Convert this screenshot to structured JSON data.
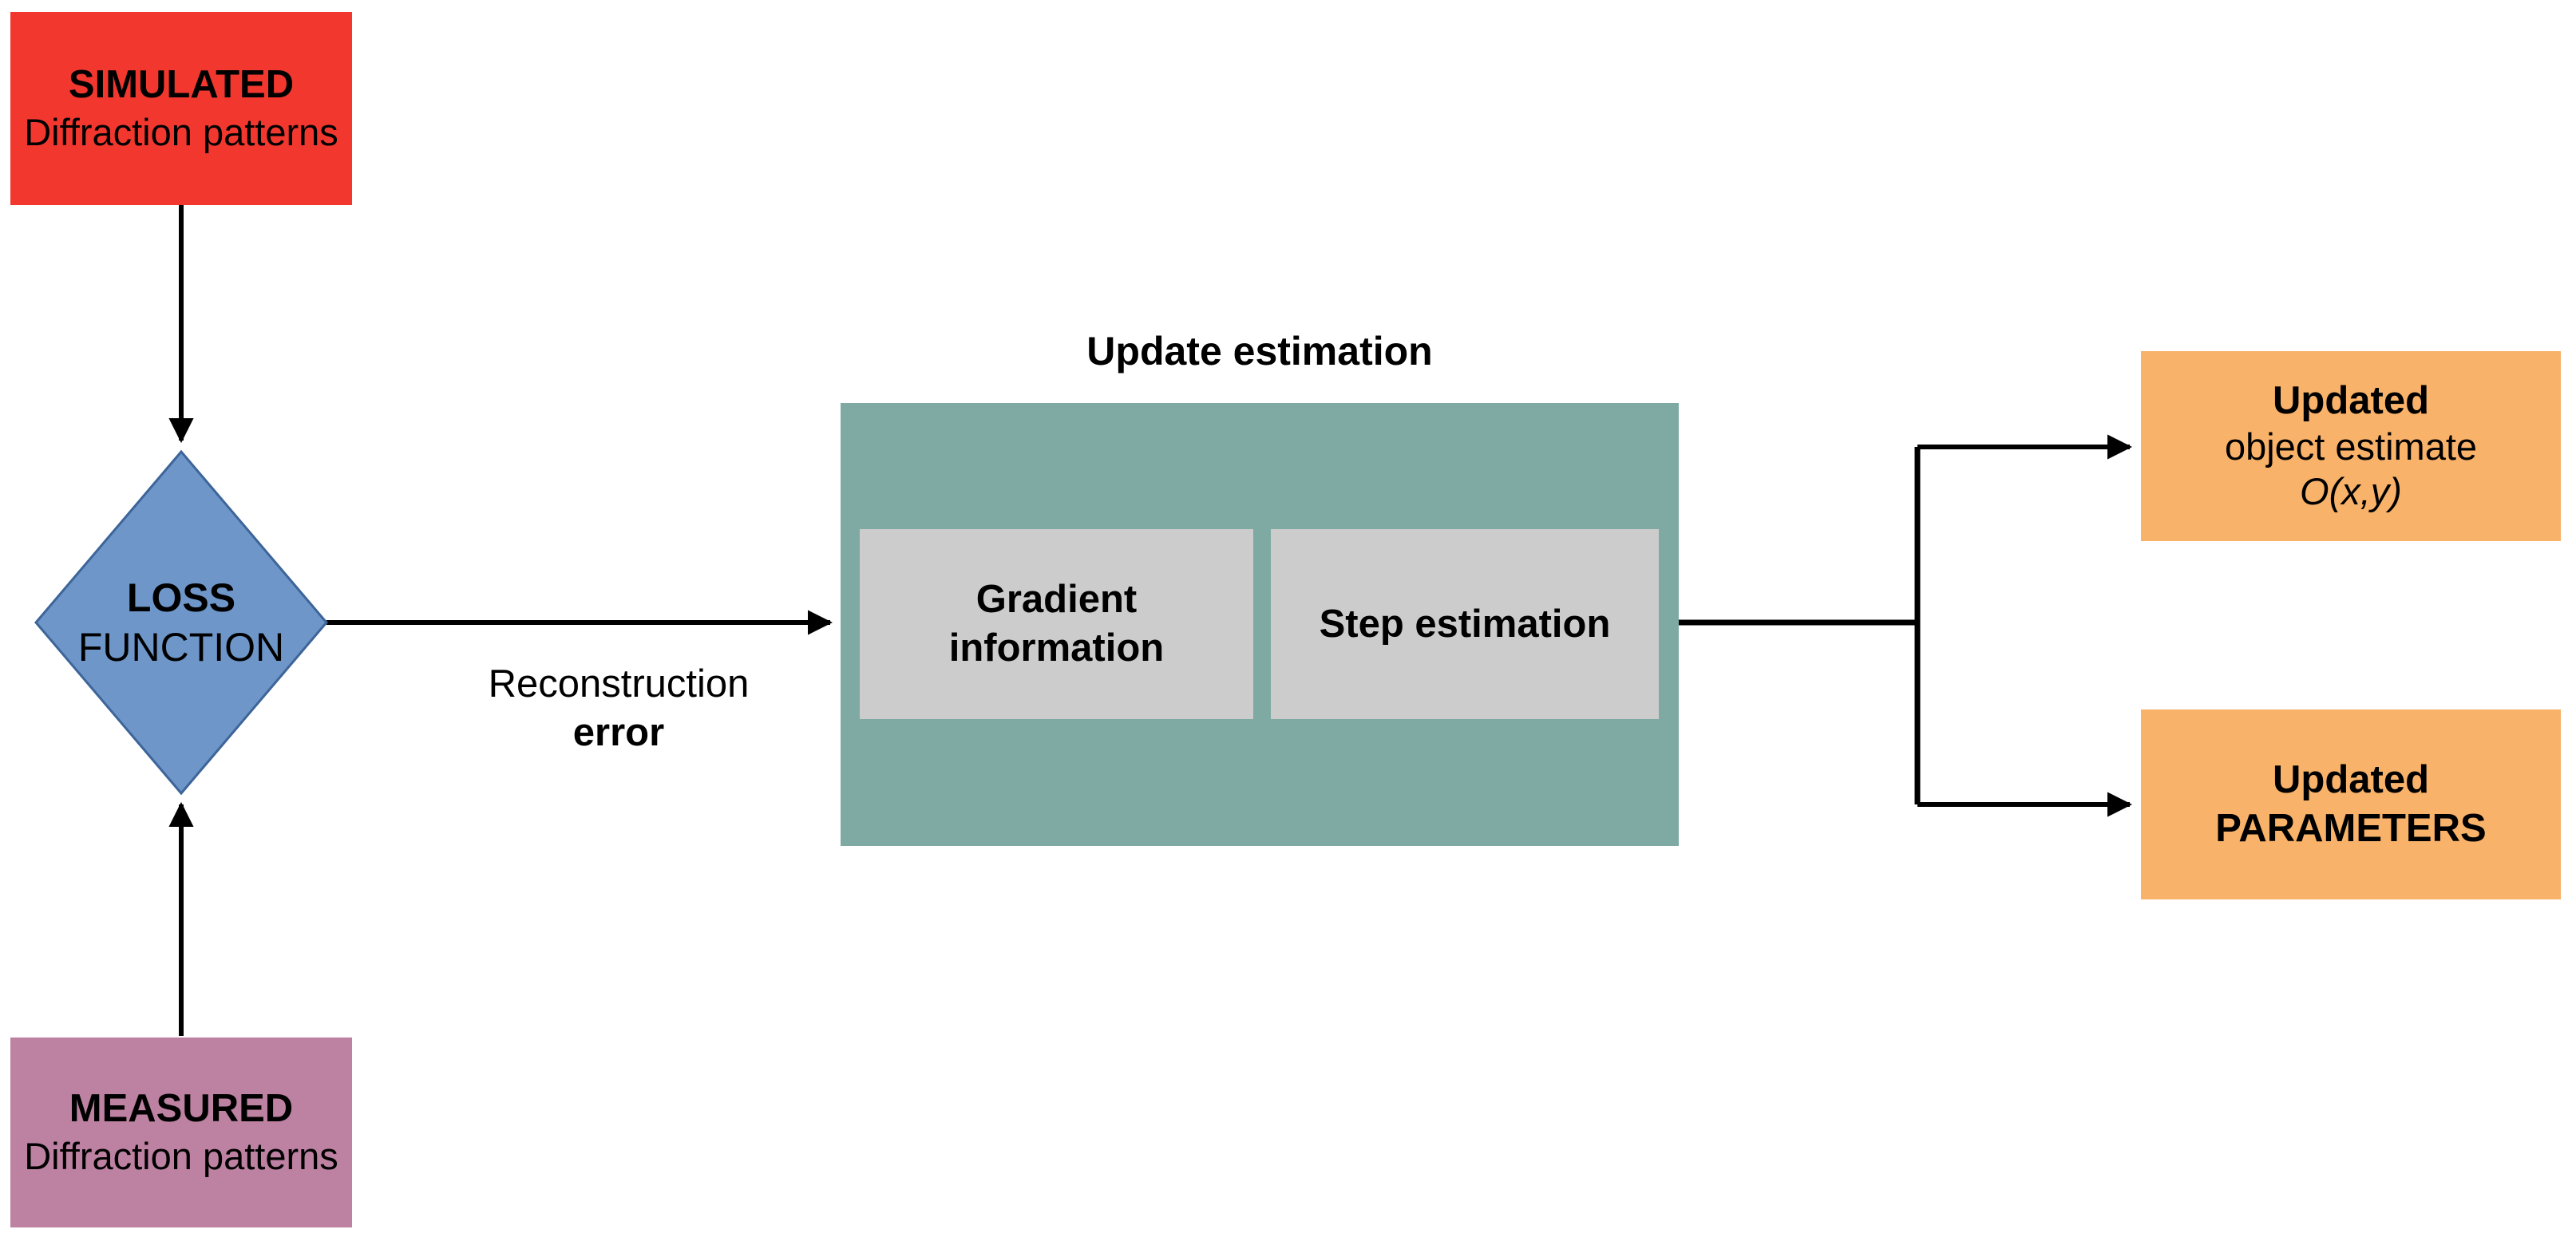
{
  "nodes": {
    "simulated": {
      "line1": "SIMULATED",
      "line2": "Diffraction patterns"
    },
    "measured": {
      "line1": "MEASURED",
      "line2": "Diffraction patterns"
    },
    "loss": {
      "line1": "LOSS",
      "line2": "FUNCTION"
    },
    "update_estimation": {
      "title": "Update estimation"
    },
    "gradient": {
      "line1": "Gradient",
      "line2": "information"
    },
    "step": {
      "label": "Step estimation"
    },
    "updated_object": {
      "line1": "Updated",
      "line2": "object estimate",
      "line3": "O(x,y)"
    },
    "updated_parameters": {
      "line1": "Updated",
      "line2": "PARAMETERS"
    }
  },
  "edge_labels": {
    "reconstruction": {
      "line1": "Reconstruction",
      "line2": "error"
    }
  },
  "palette": {
    "simulated_fill": "#f2382e",
    "measured_fill": "#bd81a1",
    "loss_fill": "#6e96c9",
    "loss_border": "#3d6599",
    "update_fill": "#7eaaa3",
    "inner_box_fill": "#cccccc",
    "output_fill": "#f9b269",
    "line_color": "#000000",
    "text_color": "#000000"
  }
}
